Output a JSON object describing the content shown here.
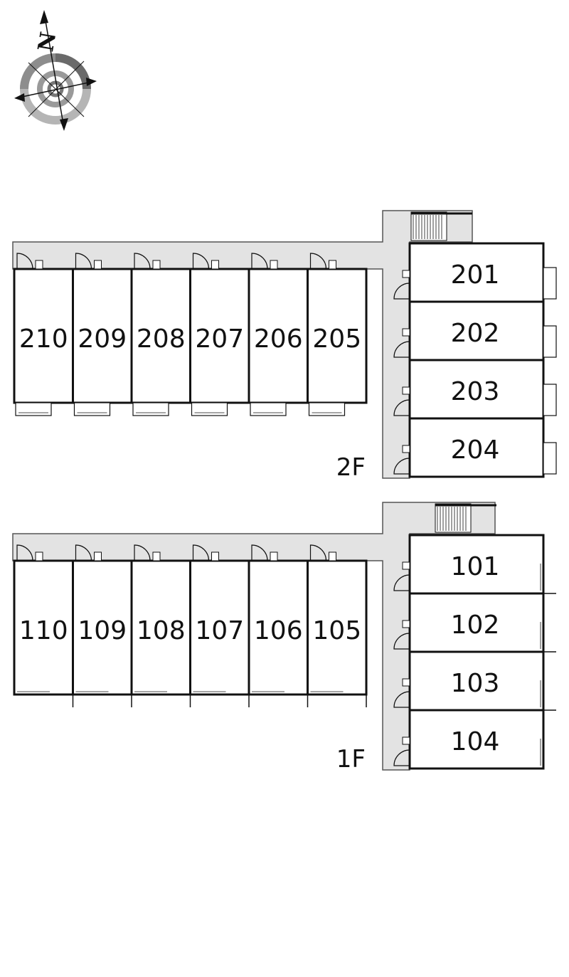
{
  "compass": {
    "north_label": "N",
    "icon": "compass-rose-icon"
  },
  "floors": [
    {
      "id": "2f",
      "label": "2F",
      "west_units": [
        "210",
        "209",
        "208",
        "207",
        "206",
        "205"
      ],
      "east_units": [
        "201",
        "202",
        "203",
        "204"
      ]
    },
    {
      "id": "1f",
      "label": "1F",
      "west_units": [
        "110",
        "109",
        "108",
        "107",
        "106",
        "105"
      ],
      "east_units": [
        "101",
        "102",
        "103",
        "104"
      ]
    }
  ],
  "colors": {
    "corridor": "#e3e3e3",
    "wall": "#111111",
    "background": "#ffffff"
  }
}
